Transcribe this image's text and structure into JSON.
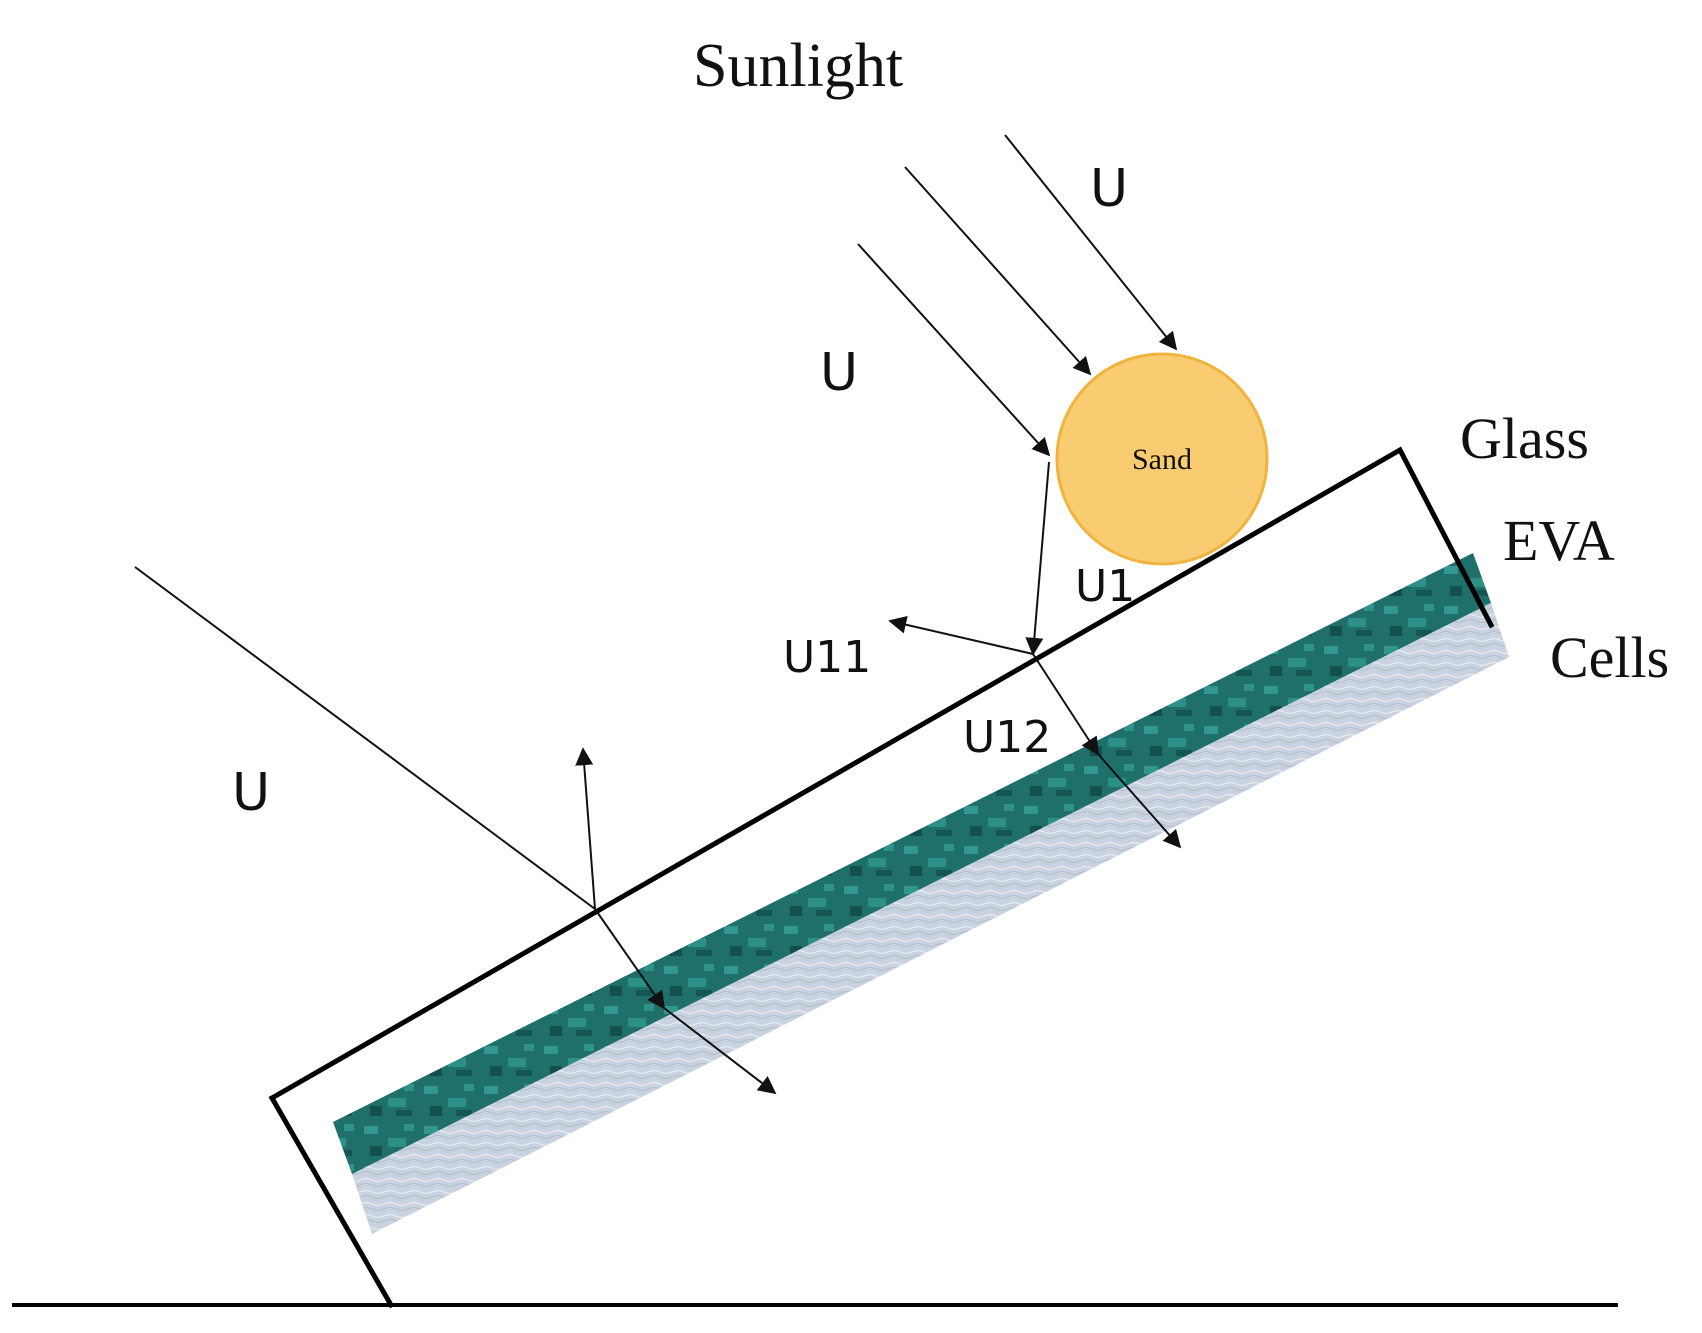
{
  "diagram": {
    "title": "Sunlight",
    "layers": {
      "glass": "Glass",
      "eva": "EVA",
      "cells": "Cells"
    },
    "particle": {
      "label": "Sand",
      "fill": "#f9cc72",
      "stroke": "#f0b43c"
    },
    "rays": {
      "incident_top": "U",
      "incident_mid": "U",
      "incident_left": "U",
      "u1": "U1",
      "u11": "U11",
      "u12": "U12"
    },
    "colors": {
      "cell_layer": "#1f6f6a",
      "cell_highlight": "#3fb8ae",
      "backsheet": "#c9d3df",
      "backsheet_light": "#e6ecf2",
      "lines": "#111111"
    }
  }
}
